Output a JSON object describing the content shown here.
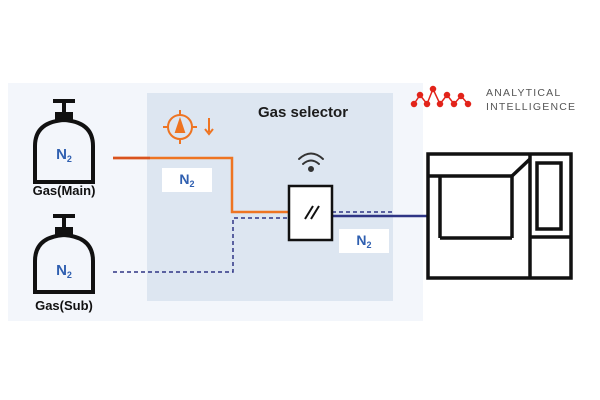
{
  "diagram": {
    "selector_title": "Gas selector",
    "cylinders": [
      {
        "label": "Gas(Main)",
        "gas": "N",
        "gas_sub": "2"
      },
      {
        "label": "Gas(Sub)",
        "gas": "N",
        "gas_sub": "2"
      }
    ],
    "chips": [
      {
        "gas": "N",
        "gas_sub": "2"
      },
      {
        "gas": "N",
        "gas_sub": "2"
      }
    ],
    "brand": {
      "line1": "ANALYTICAL",
      "line2": "INTELLIGENCE",
      "logo_color": "#e2231a"
    },
    "colors": {
      "main_line": "#ee7422",
      "main_line_dark": "#d9531e",
      "sub_line": "#2f3585",
      "output_line": "#2f3585",
      "selector_bg": "#dde6f1",
      "panel_bg": "#f3f6fb"
    },
    "icons": [
      "gas-cylinder-icon",
      "pressure-gauge-icon",
      "wifi-icon",
      "valve-switch-icon",
      "gc-instrument-icon"
    ]
  }
}
